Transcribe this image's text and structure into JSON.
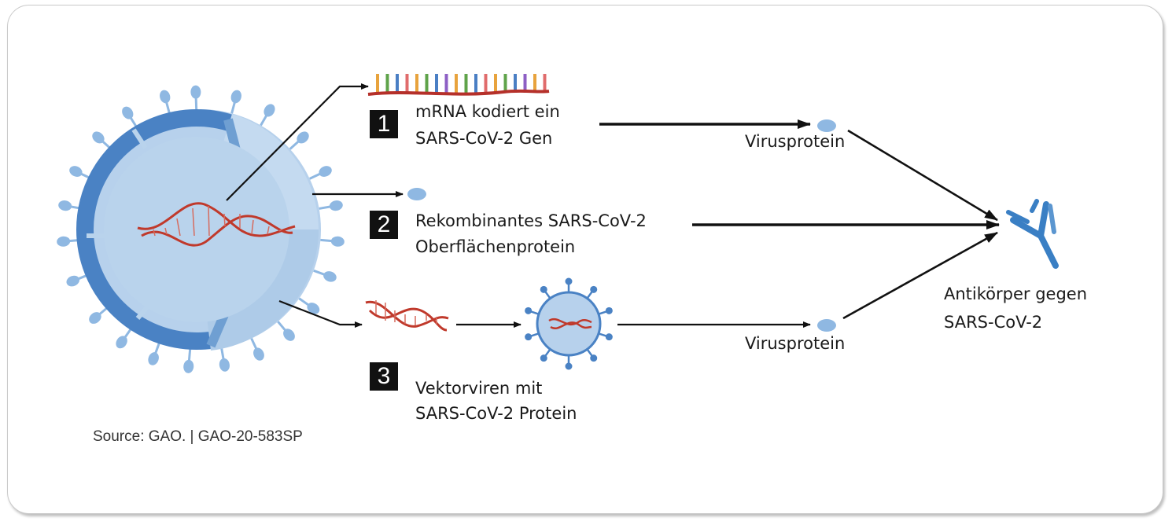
{
  "steps": [
    {
      "number": "1",
      "line1": "mRNA  kodiert ein",
      "line2": "SARS-CoV-2 Gen"
    },
    {
      "number": "2",
      "line1": "Rekombinantes SARS-CoV-2",
      "line2": "Oberflächenprotein"
    },
    {
      "number": "3",
      "line1": "Vektorviren mit",
      "line2": "SARS-CoV-2 Protein"
    }
  ],
  "products": {
    "virusprotein_1": "Virusprotein",
    "virusprotein_3": "Virusprotein"
  },
  "result": {
    "line1": "Antikörper gegen",
    "line2": "SARS-CoV-2"
  },
  "source": "Source: GAO.  |  GAO-20-583SP",
  "colors": {
    "virus_shell": "#4a82c4",
    "virus_inner": "#b9d3ec",
    "protein": "#8fb8e2",
    "dna": "#c0392b",
    "antibody": "#3a7fc4",
    "arrow": "#111111"
  },
  "icons": [
    "virus-icon",
    "mrna-strand-icon",
    "protein-icon",
    "dna-helix-icon",
    "vector-virus-icon",
    "antibody-icon"
  ]
}
